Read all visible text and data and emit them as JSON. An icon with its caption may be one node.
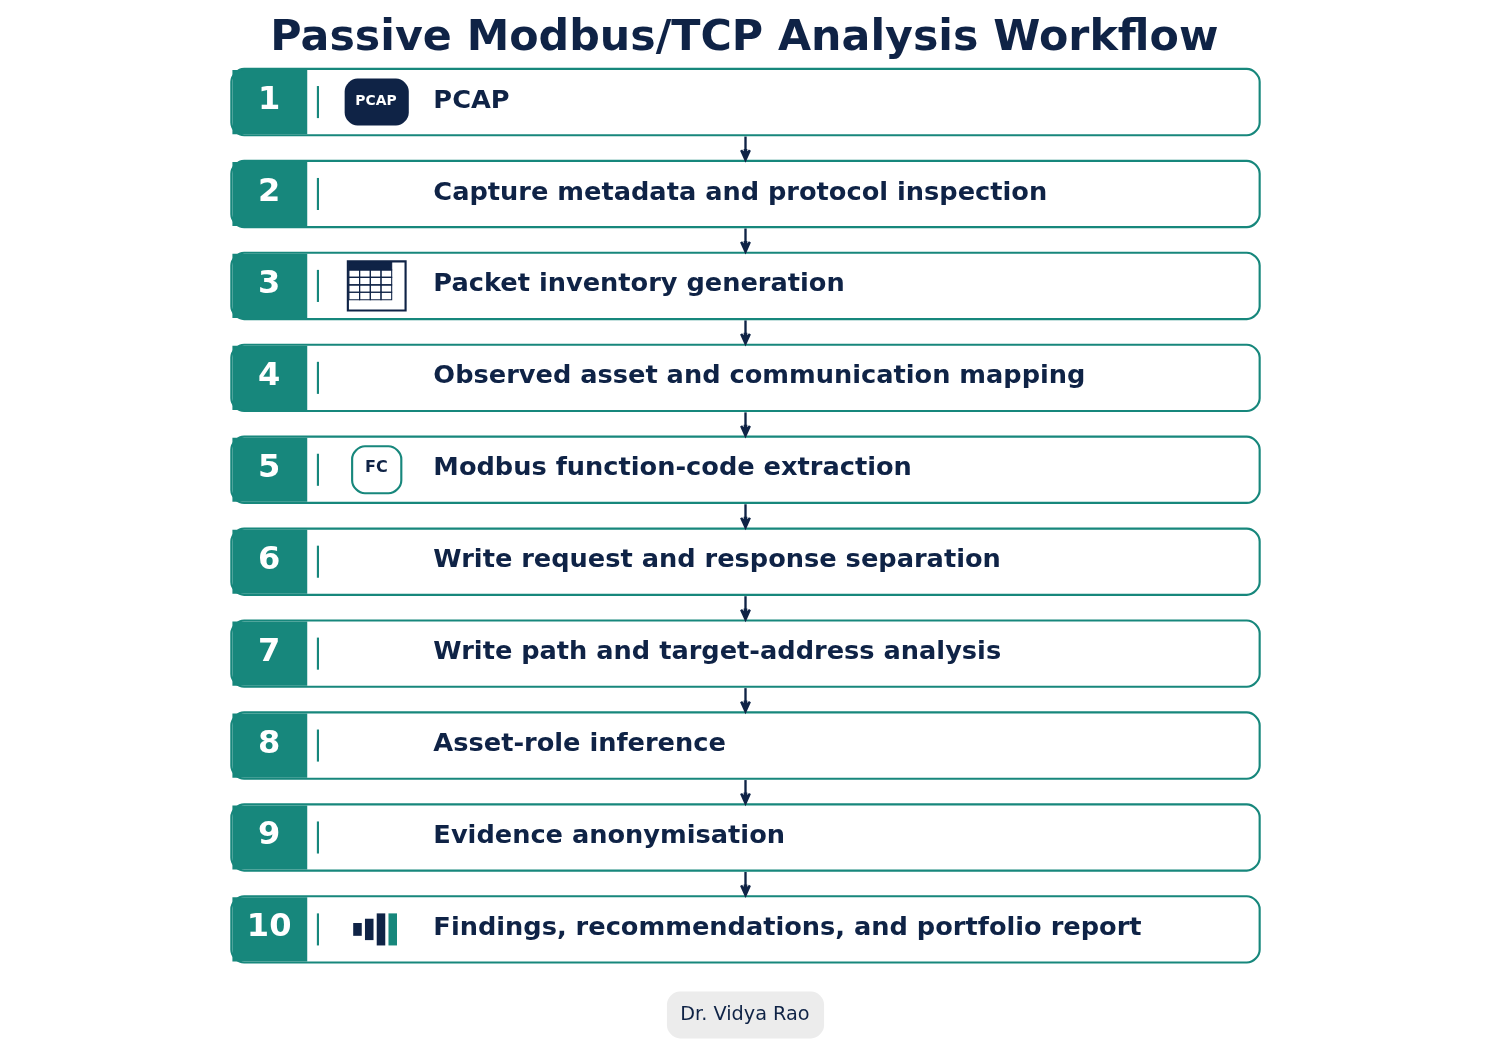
{
  "diagram": {
    "title": "Passive Modbus/TCP Analysis Workflow",
    "nodes": [
      {
        "text": [
          "1",
          "PCAP",
          "PCAP"
        ]
      },
      {
        "text": [
          "2",
          "Capture metadata and protocol inspection"
        ]
      },
      {
        "text": [
          "3",
          "Packet inventory generation"
        ]
      },
      {
        "text": [
          "4",
          "Observed asset and communication mapping"
        ]
      },
      {
        "text": [
          "5",
          "FC",
          "Modbus function-code extraction"
        ]
      },
      {
        "text": [
          "6",
          "Write request and response separation"
        ]
      },
      {
        "text": [
          "7",
          "Write path and target-address analysis"
        ]
      },
      {
        "text": [
          "8",
          "Asset-role inference"
        ]
      },
      {
        "text": [
          "9",
          "Evidence anonymisation"
        ]
      },
      {
        "text": [
          "10",
          "Findings, recommendations, and portfolio report"
        ]
      }
    ],
    "edges": [
      {
        "from": 0,
        "to": 1,
        "arrow": "to"
      },
      {
        "from": 1,
        "to": 2,
        "arrow": "to"
      },
      {
        "from": 2,
        "to": 3,
        "arrow": "to"
      },
      {
        "from": 3,
        "to": 4,
        "arrow": "to"
      },
      {
        "from": 4,
        "to": 5,
        "arrow": "to"
      },
      {
        "from": 5,
        "to": 6,
        "arrow": "to"
      },
      {
        "from": 6,
        "to": 7,
        "arrow": "to"
      },
      {
        "from": 7,
        "to": 8,
        "arrow": "to"
      },
      {
        "from": 8,
        "to": 9,
        "arrow": "to"
      }
    ],
    "labels": [
      "Dr. Vidya Rao"
    ]
  }
}
